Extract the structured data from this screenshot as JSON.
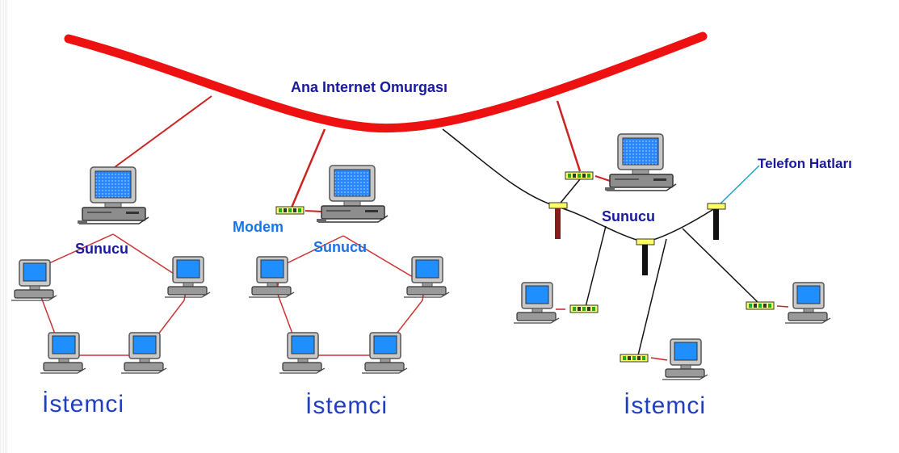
{
  "labels": {
    "backbone": "Ana Internet Omurgası",
    "phone_lines": "Telefon Hatları",
    "modem": "Modem",
    "server": "Sunucu",
    "client": "İstemci"
  },
  "colors": {
    "backbone": "#ee1111",
    "link": "#cc2222",
    "phone_line": "#111111",
    "label_navy": "#1a1a9c",
    "label_blue": "#1a73e8",
    "screen": "#1f8fff",
    "pole_dark_red": "#8b1a1a"
  },
  "icons": {
    "computer": "computer-icon",
    "modem": "modem-icon",
    "pole": "telephone-pole-icon"
  }
}
